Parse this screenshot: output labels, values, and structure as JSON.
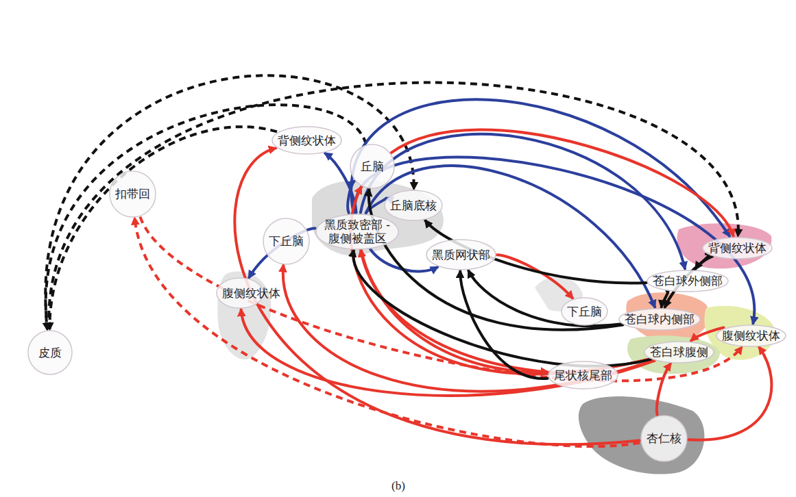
{
  "diagram": {
    "caption": "(b)",
    "nodes": [
      {
        "text": [
          "皮质"
        ]
      },
      {
        "text": [
          "扣带回"
        ]
      },
      {
        "text": [
          "背侧纹状体"
        ]
      },
      {
        "text": [
          "丘脑"
        ]
      },
      {
        "text": [
          "丘脑底核"
        ]
      },
      {
        "text": [
          "下丘脑"
        ]
      },
      {
        "text": [
          "黑质致密部 -腹侧被盖区"
        ]
      },
      {
        "text": [
          "黑质网状部"
        ]
      },
      {
        "text": [
          "腹侧纹状体"
        ]
      },
      {
        "text": [
          "背侧纹状体"
        ]
      },
      {
        "text": [
          "苍白球外侧部"
        ]
      },
      {
        "text": [
          "下丘脑"
        ]
      },
      {
        "text": [
          "苍白球内侧部"
        ]
      },
      {
        "text": [
          "腹侧纹状体"
        ]
      },
      {
        "text": [
          "苍白球腹侧"
        ]
      },
      {
        "text": [
          "尾状核尾部"
        ]
      },
      {
        "text": [
          "杏仁核"
        ]
      }
    ],
    "edges": [
      {
        "from": 2,
        "to": 0,
        "arrow": "to"
      },
      {
        "from": 0,
        "to": 4,
        "arrow": "to"
      },
      {
        "from": 0,
        "to": 9,
        "arrow": "to"
      },
      {
        "from": 3,
        "to": 0,
        "arrow": "to"
      },
      {
        "from": 16,
        "to": 1,
        "arrow": "to"
      },
      {
        "from": 1,
        "to": 13,
        "arrow": "to"
      },
      {
        "from": 6,
        "to": 2,
        "arrow": "to"
      },
      {
        "from": 6,
        "to": 3,
        "arrow": "to"
      },
      {
        "from": 6,
        "to": 9,
        "arrow": "to"
      },
      {
        "from": 6,
        "to": 10,
        "arrow": "to"
      },
      {
        "from": 6,
        "to": 12,
        "arrow": "to"
      },
      {
        "from": 6,
        "to": 13,
        "arrow": "to"
      },
      {
        "from": 6,
        "to": 8,
        "arrow": "to"
      },
      {
        "from": 6,
        "to": 4,
        "arrow": "to"
      },
      {
        "from": 6,
        "to": 7,
        "arrow": "to"
      },
      {
        "from": 14,
        "to": 5,
        "arrow": "to"
      },
      {
        "from": 14,
        "to": 8,
        "arrow": "to"
      },
      {
        "from": 14,
        "to": 3,
        "arrow": "to"
      },
      {
        "from": 14,
        "to": 6,
        "arrow": "to"
      },
      {
        "from": 16,
        "to": 2,
        "arrow": "to"
      },
      {
        "from": 3,
        "to": 9,
        "arrow": "to"
      },
      {
        "from": 7,
        "to": 11,
        "arrow": "to"
      },
      {
        "from": 6,
        "to": 15,
        "arrow": "to"
      },
      {
        "from": 16,
        "to": 13,
        "arrow": "to"
      },
      {
        "from": 13,
        "to": 14,
        "arrow": "to"
      },
      {
        "from": 16,
        "to": 14,
        "arrow": "to"
      },
      {
        "from": 12,
        "to": 3,
        "arrow": "to"
      },
      {
        "from": 10,
        "to": 4,
        "arrow": "to"
      },
      {
        "from": 12,
        "to": 7,
        "arrow": "to"
      },
      {
        "from": 15,
        "to": 7,
        "arrow": "to"
      },
      {
        "from": 9,
        "to": 10,
        "arrow": "to"
      },
      {
        "from": 9,
        "to": 12,
        "arrow": "to"
      },
      {
        "from": 14,
        "to": 6,
        "arrow": "to"
      },
      {
        "from": 10,
        "to": 12,
        "arrow": "to"
      }
    ]
  }
}
